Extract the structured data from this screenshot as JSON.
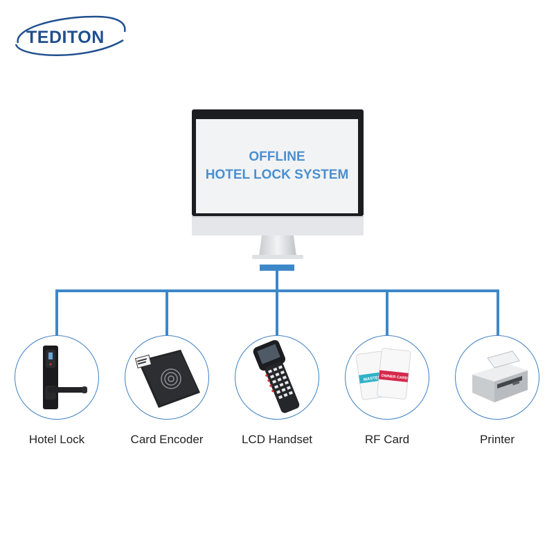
{
  "logo": {
    "text": "TEDITON"
  },
  "screen": {
    "line1": "OFFLINE",
    "line2": "HOTEL LOCK SYSTEM"
  },
  "colors": {
    "connector": "#3d88c9",
    "brand": "#1f4f8f",
    "screen_text": "#4a8fd0"
  },
  "devices": [
    {
      "label": "Hotel Lock",
      "icon": "hotel-lock-icon"
    },
    {
      "label": "Card Encoder",
      "icon": "card-encoder-icon"
    },
    {
      "label": "LCD Handset",
      "icon": "lcd-handset-icon"
    },
    {
      "label": "RF Card",
      "icon": "rf-card-icon",
      "card_texts": [
        "MASTER",
        "OWNER CARD"
      ]
    },
    {
      "label": "Printer",
      "icon": "printer-icon"
    }
  ]
}
